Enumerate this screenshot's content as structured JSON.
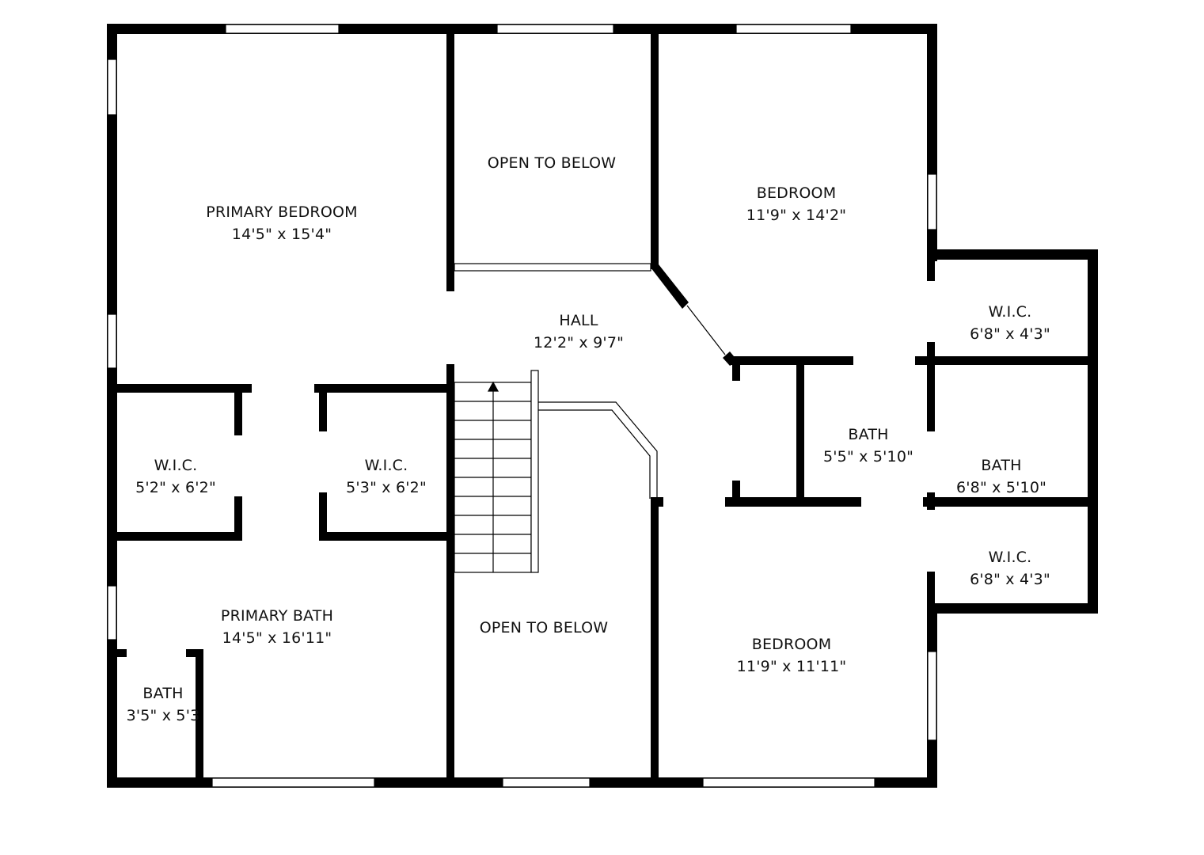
{
  "plan": {
    "wall_color": "#000000",
    "background": "#ffffff",
    "rooms": [
      {
        "name": "PRIMARY BEDROOM",
        "size": "14'5\" x 15'4\""
      },
      {
        "name": "OPEN TO BELOW",
        "size": ""
      },
      {
        "name": "BEDROOM",
        "size": "11'9\" x 14'2\""
      },
      {
        "name": "HALL",
        "size": "12'2\" x 9'7\""
      },
      {
        "name": "W.I.C.",
        "size": "6'8\" x 4'3\""
      },
      {
        "name": "W.I.C.",
        "size": "5'2\" x 6'2\""
      },
      {
        "name": "W.I.C.",
        "size": "5'3\" x 6'2\""
      },
      {
        "name": "BATH",
        "size": "5'5\" x 5'10\""
      },
      {
        "name": "BATH",
        "size": "6'8\" x 5'10\""
      },
      {
        "name": "W.I.C.",
        "size": "6'8\" x 4'3\""
      },
      {
        "name": "PRIMARY BATH",
        "size": "14'5\" x 16'11\""
      },
      {
        "name": "OPEN TO BELOW",
        "size": ""
      },
      {
        "name": "BEDROOM",
        "size": "11'9\" x 11'11\""
      },
      {
        "name": "BATH",
        "size": "3'5\" x 5'3"
      }
    ]
  }
}
